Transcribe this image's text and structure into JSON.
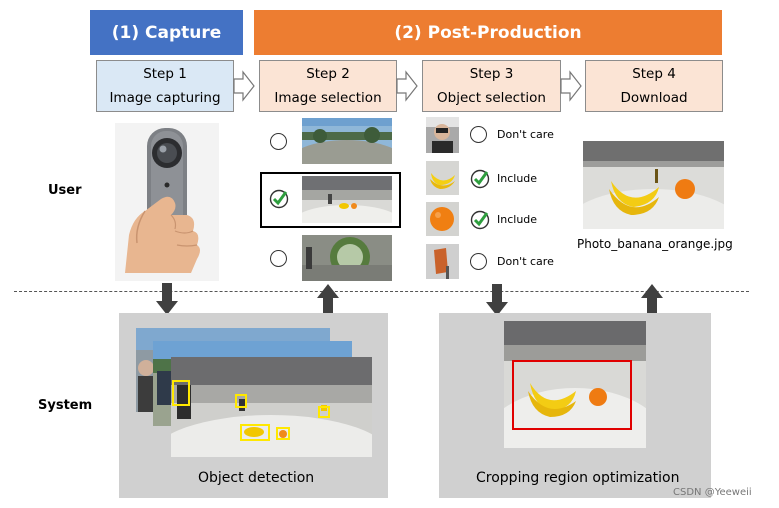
{
  "phases": {
    "capture": "(1) Capture",
    "post_production": "(2) Post-Production"
  },
  "steps": [
    {
      "number": "Step 1",
      "label": "Image capturing"
    },
    {
      "number": "Step 2",
      "label": "Image selection"
    },
    {
      "number": "Step 3",
      "label": "Object selection"
    },
    {
      "number": "Step 4",
      "label": "Download"
    }
  ],
  "rows": {
    "user": "User",
    "system": "System"
  },
  "object_choices": [
    {
      "label": "Don't care",
      "selected": false
    },
    {
      "label": "Include",
      "selected": true
    },
    {
      "label": "Include",
      "selected": true
    },
    {
      "label": "Don't care",
      "selected": false
    }
  ],
  "image_selection": {
    "selected_index": 1
  },
  "download_filename": "Photo_banana_orange.jpg",
  "system": {
    "left_caption": "Object detection",
    "right_caption": "Cropping region optimization"
  },
  "watermark": "CSDN @Yeeweii",
  "colors": {
    "capture": "#4472c4",
    "post_production": "#ed7d31",
    "step_blue": "#dae8f5",
    "step_peach": "#fbe4d5",
    "detection_box": "#ffe800",
    "crop_box": "#e00000",
    "check": "#2e9e3e"
  }
}
